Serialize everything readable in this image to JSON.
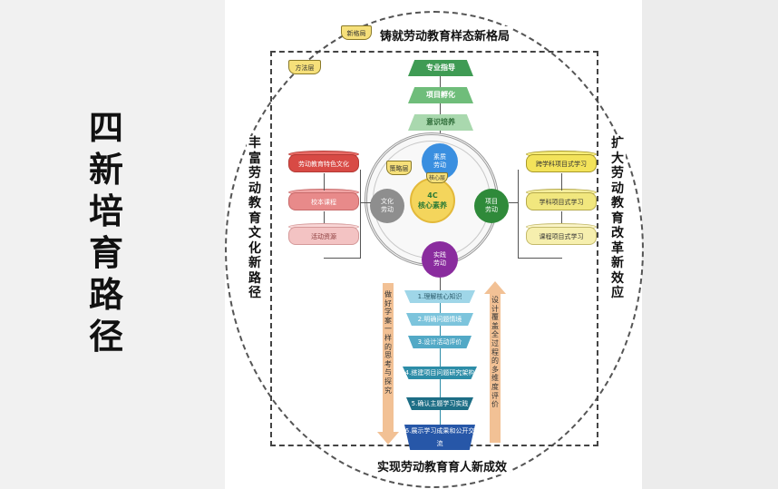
{
  "slide_title": [
    "四",
    "新",
    "培",
    "育",
    "路",
    "径"
  ],
  "top_title": "铸就劳动教育样态新格局",
  "bottom_title": "实现劳动教育育人新成效",
  "left_title": [
    "丰",
    "富",
    "劳",
    "动",
    "教",
    "育",
    "文",
    "化",
    "新",
    "路",
    "径"
  ],
  "right_title": [
    "扩",
    "大",
    "劳",
    "动",
    "教",
    "育",
    "改",
    "革",
    "新",
    "效",
    "应"
  ],
  "flags": {
    "top": "新格局",
    "outer": "方法层",
    "middle": "策略层",
    "core": "核心层"
  },
  "top_stack": [
    "专业指导",
    "项目孵化",
    "意识培养"
  ],
  "nodes": {
    "top": "素质\n劳动",
    "left": "文化\n劳动",
    "right": "项目\n劳动",
    "bottom": "实践\n劳动"
  },
  "core": {
    "line1": "4C",
    "line2": "核心素养"
  },
  "left_cylinders": [
    "劳动教育特色文化",
    "校本课程",
    "活动资源"
  ],
  "right_cylinders": [
    "跨学科项目式学习",
    "学科项目式学习",
    "课程项目式学习"
  ],
  "funnel_steps": [
    "1.理解核心知识",
    "2.明确问题情境",
    "3.设计活动评价",
    "4.搭建项目问题研究架构",
    "5.确认主题学习实践",
    "6.展示学习成果和公开交流"
  ],
  "side_left_text": [
    "做",
    "好",
    "学",
    "案",
    "一",
    "样",
    "的",
    "思",
    "考",
    "与",
    "探",
    "究"
  ],
  "side_right_text": [
    "设",
    "计",
    "覆",
    "盖",
    "全",
    "过",
    "程",
    "的",
    "多",
    "维",
    "度",
    "评",
    "价"
  ],
  "colors": {
    "green_dark": "#3f9b54",
    "green_mid": "#6fbd7a",
    "green_light": "#a9d8ae",
    "node_blue": "#3a8fe0",
    "node_gray": "#8e8e8e",
    "node_green": "#2f8a3a",
    "node_purple": "#8a2c9e",
    "red": "#d84a45",
    "pink": "#e88a8a",
    "pink_light": "#f3c3c3",
    "yellow": "#f3e35a",
    "yellow_mid": "#f1e77e",
    "yellow_light": "#f6efae",
    "arrow": "#f2c195"
  }
}
